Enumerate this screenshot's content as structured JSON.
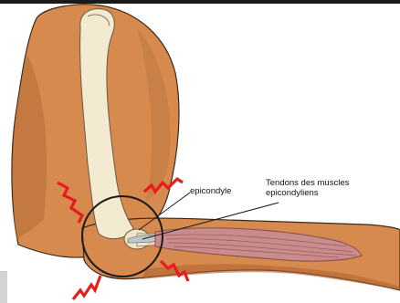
{
  "labels": {
    "epicondyle": "epicondyle",
    "tendons_line1": "Tendons des muscles",
    "tendons_line2": "epicondyliens"
  },
  "colors": {
    "skin": "#d68a4e",
    "skin_dark": "#a8612e",
    "bone": "#f3ead2",
    "muscle": "#c98c8c",
    "pain_marks": "#e81c1c",
    "outline": "#3a2a1a",
    "background": "#ffffff"
  }
}
